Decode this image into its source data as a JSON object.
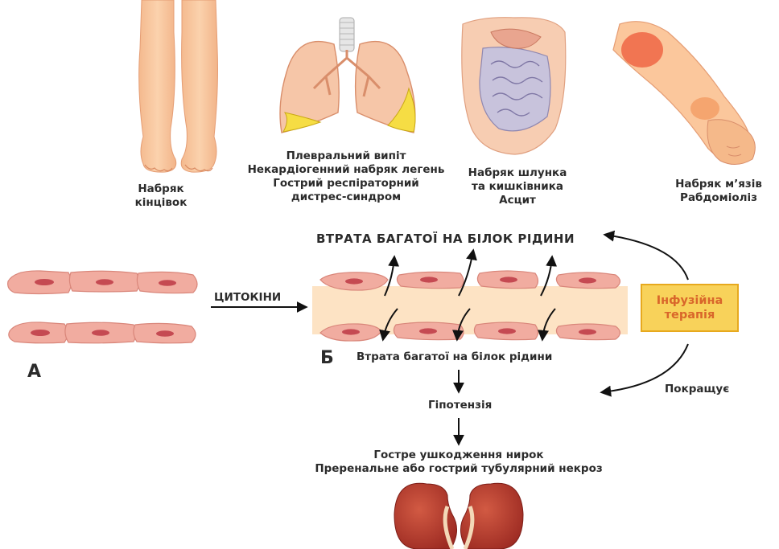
{
  "top_labels": {
    "limbs": [
      "Набряк",
      "кінцівок"
    ],
    "lungs": [
      "Плевральний випіт",
      "Некардіогенний набряк легень",
      "Гострий респіраторний",
      "дистрес-синдром"
    ],
    "abdomen": [
      "Набряк шлунка",
      "та кишківника",
      "Асцит"
    ],
    "muscle": [
      "Набряк м’язів",
      "Рабдоміоліз"
    ]
  },
  "flow": {
    "protein_loss_upper": "ВТРАТА БАГАТОЇ НА БІЛОК РІДИНИ",
    "cytokines": "ЦИТОКІНИ",
    "label_a": "А",
    "label_b": "Б",
    "protein_loss_lower": "Втрата багатої на білок рідини",
    "hypotension": "Гіпотензія",
    "aki": [
      "Гостре ушкодження нирок",
      "Преренальне або гострий тубулярний некроз"
    ],
    "therapy": [
      "Інфузійна",
      "терапія"
    ],
    "improves": "Покращує"
  },
  "colors": {
    "cell_fill": "#f1aca0",
    "nucleus": "#c54a52",
    "vessel_band": "#fde3c4",
    "therapy_box": "#f8d25a",
    "therapy_text": "#d9662a",
    "kidney": "#b93a30"
  }
}
